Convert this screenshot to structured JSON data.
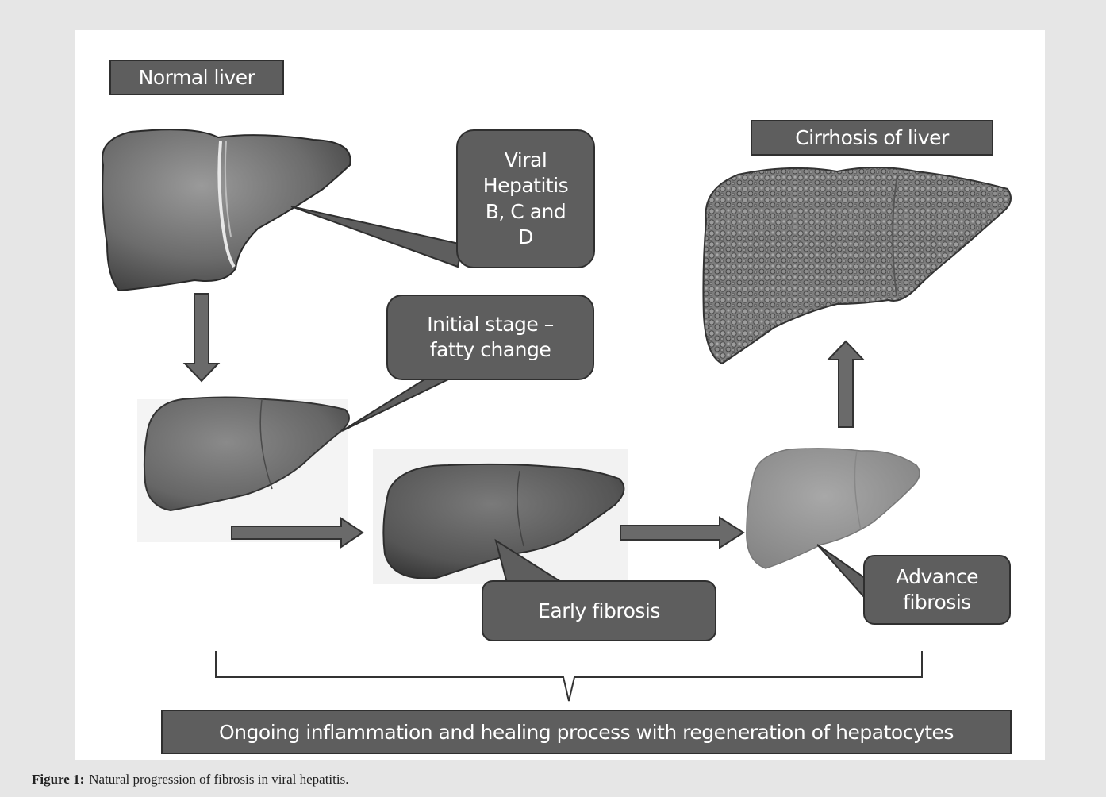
{
  "labels": {
    "normal_liver": "Normal liver",
    "cirrhosis": "Cirrhosis of liver",
    "viral_hepatitis": [
      "Viral",
      "Hepatitis",
      "B, C and",
      "D"
    ],
    "initial_stage": [
      "Initial stage –",
      "fatty change"
    ],
    "early_fibrosis": "Early fibrosis",
    "advance_fibrosis": [
      "Advance",
      "fibrosis"
    ],
    "ongoing": "Ongoing inflammation and healing process with regeneration of hepatocytes"
  },
  "caption": {
    "label": "Figure 1:",
    "text": "Natural progression of fibrosis in viral hepatitis."
  },
  "colors": {
    "label_fill": "#5e5e5e",
    "label_border": "#2f2f2f",
    "arrow_fill": "#6a6a6a",
    "liver_dark": "#5a5a5a",
    "liver_mid": "#7a7a7a",
    "liver_light": "#9a9a9a",
    "background": "#e6e6e6"
  }
}
